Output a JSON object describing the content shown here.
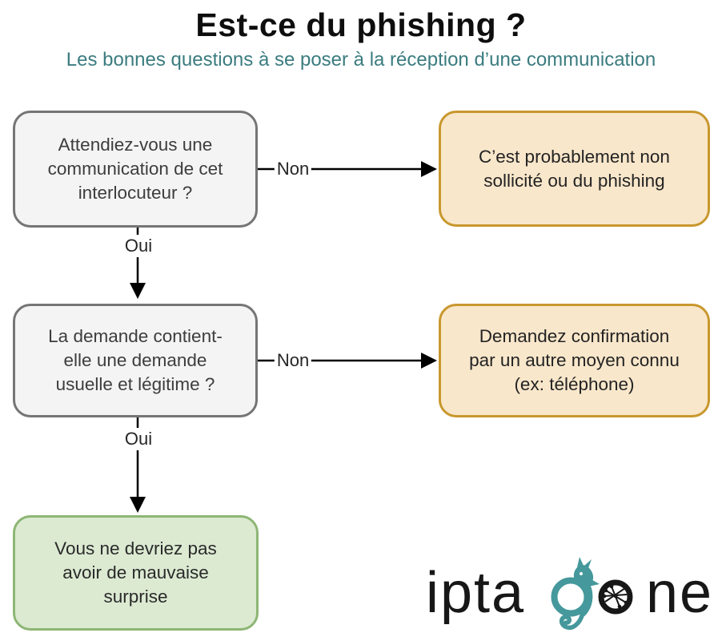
{
  "header": {
    "title": "Est-ce du phishing ?",
    "subtitle": "Les bonnes questions à se poser à la réception d’une communication"
  },
  "flowchart": {
    "nodes": {
      "q1": {
        "type": "question",
        "text": "Attendiez-vous une\ncommunication de cet\ninterlocuteur ?"
      },
      "a1": {
        "type": "warning",
        "text": "C’est probablement non\nsollicité ou du phishing"
      },
      "q2": {
        "type": "question",
        "text": "La demande contient-\nelle une demande\nusuelle et légitime ?"
      },
      "a2": {
        "type": "warning",
        "text": "Demandez confirmation\npar un autre moyen connu\n(ex: téléphone)"
      },
      "r1": {
        "type": "result",
        "text": "Vous ne devriez pas\navoir de mauvaise\nsurprise"
      }
    },
    "edges": [
      {
        "from": "q1",
        "to": "a1",
        "label": "Non"
      },
      {
        "from": "q1",
        "to": "q2",
        "label": "Oui"
      },
      {
        "from": "q2",
        "to": "a2",
        "label": "Non"
      },
      {
        "from": "q2",
        "to": "r1",
        "label": "Oui"
      }
    ]
  },
  "logo": {
    "name": "iptagone",
    "part_before_g": "ipta",
    "part_after_o": "ne"
  },
  "colors": {
    "subtitle_teal": "#3B7C80",
    "question_fill": "#F4F4F4",
    "question_border": "#757575",
    "warning_fill": "#F9E7CB",
    "warning_border": "#C8982E",
    "result_fill": "#DCEAD2",
    "result_border": "#8DB674",
    "arrow": "#000000",
    "seahorse_teal": "#45989B",
    "logo_text": "#171717"
  }
}
